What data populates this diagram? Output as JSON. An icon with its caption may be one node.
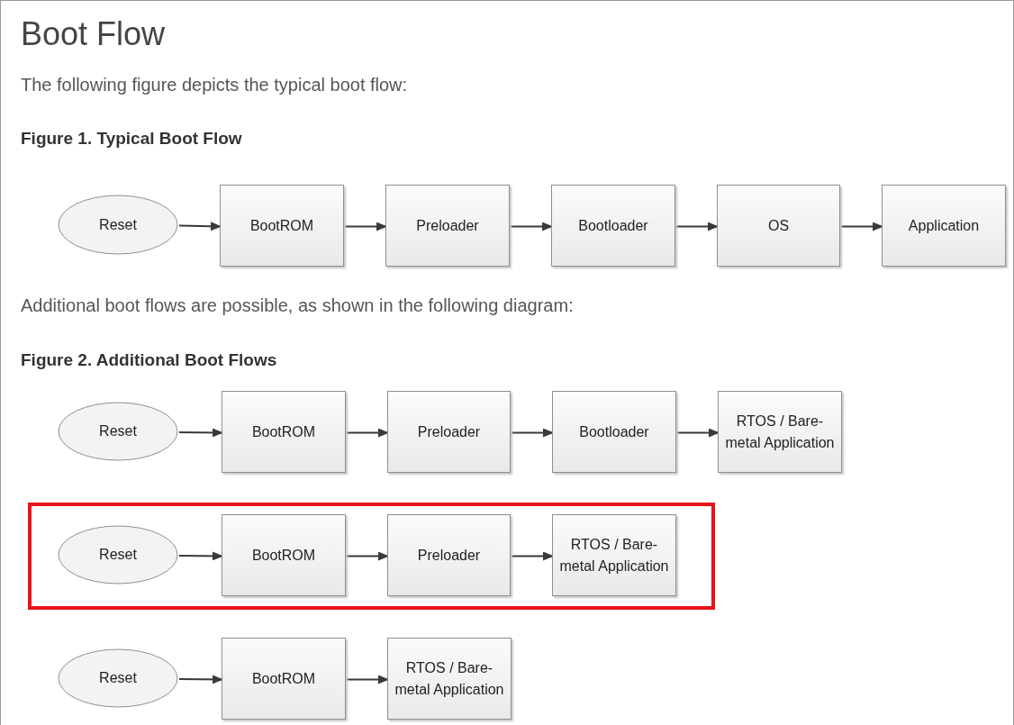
{
  "diagram": {
    "title": "Boot Flow",
    "nodes": [
      {
        "text": [
          "Reset"
        ]
      },
      {
        "text": [
          "BootROM"
        ]
      },
      {
        "text": [
          "Preloader"
        ]
      },
      {
        "text": [
          "Bootloader"
        ]
      },
      {
        "text": [
          "OS"
        ]
      },
      {
        "text": [
          "Application"
        ]
      },
      {
        "text": [
          "Reset"
        ]
      },
      {
        "text": [
          "BootROM"
        ]
      },
      {
        "text": [
          "Preloader"
        ]
      },
      {
        "text": [
          "Bootloader"
        ]
      },
      {
        "text": [
          "RTOS / Bare-metal Application"
        ]
      },
      {
        "text": [],
        "shape": "box"
      },
      {
        "text": [
          "Reset"
        ],
        "in": 11
      },
      {
        "text": [
          "BootROM"
        ],
        "in": 11
      },
      {
        "text": [
          "Preloader"
        ],
        "in": 11
      },
      {
        "text": [
          "RTOS / Bare-metal Application"
        ],
        "in": 11
      },
      {
        "text": [
          "Reset"
        ]
      },
      {
        "text": [
          "BootROM"
        ]
      },
      {
        "text": [
          "RTOS / Bare-metal Application"
        ]
      }
    ],
    "edges": [
      {
        "from": 0,
        "to": 1,
        "arrow": "to"
      },
      {
        "from": 1,
        "to": 2,
        "arrow": "to"
      },
      {
        "from": 2,
        "to": 3,
        "arrow": "to"
      },
      {
        "from": 3,
        "to": 4,
        "arrow": "to"
      },
      {
        "from": 4,
        "to": 5,
        "arrow": "to"
      },
      {
        "from": 6,
        "to": 7,
        "arrow": "to"
      },
      {
        "from": 7,
        "to": 8,
        "arrow": "to"
      },
      {
        "from": 8,
        "to": 9,
        "arrow": "to"
      },
      {
        "from": 9,
        "to": 10,
        "arrow": "to"
      },
      {
        "from": 12,
        "to": 13,
        "arrow": "to"
      },
      {
        "from": 13,
        "to": 14,
        "arrow": "to"
      },
      {
        "from": 14,
        "to": 15,
        "arrow": "to"
      },
      {
        "from": 16,
        "to": 17,
        "arrow": "to"
      },
      {
        "from": 17,
        "to": 18,
        "arrow": "to"
      }
    ],
    "labels": [
      "The following figure depicts the typical boot flow:",
      "Figure 1. Typical Boot Flow",
      "Additional boot flows are possible, as shown in the following diagram:",
      "Figure 2. Additional Boot Flows"
    ]
  }
}
